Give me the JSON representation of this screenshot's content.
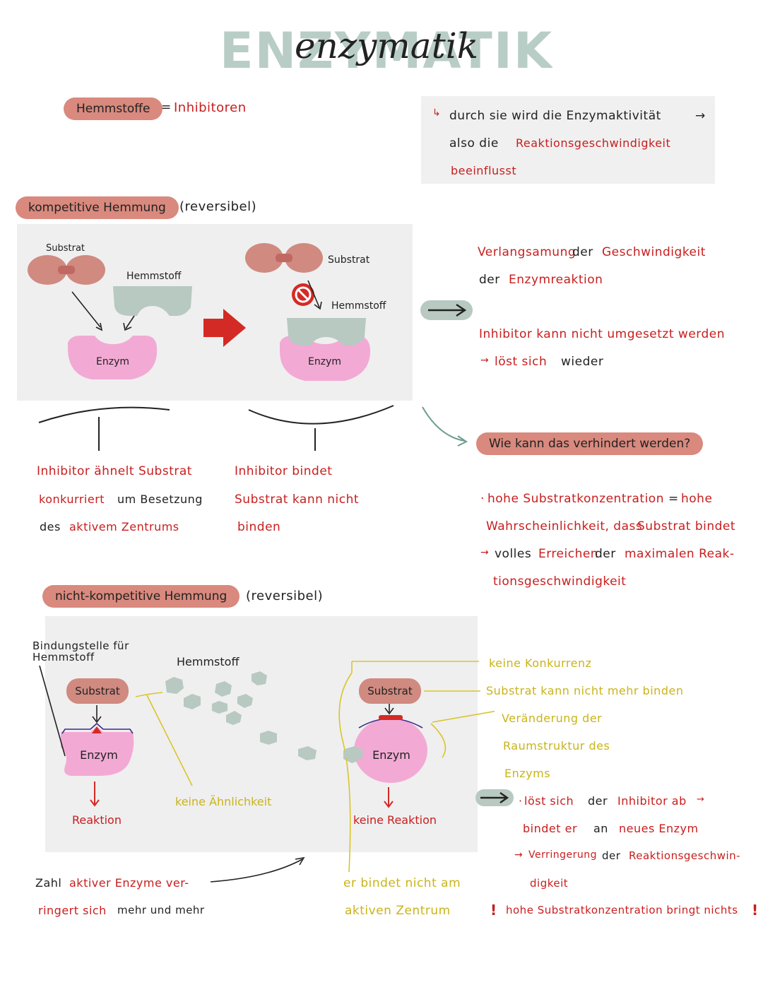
{
  "title": "ENZYMATIK",
  "title_script": "enzymatik",
  "header": {
    "hemmstoffe": "Hemmstoffe",
    "equals": "=",
    "inhibitoren": "Inhibitoren"
  },
  "note": {
    "line1": "durch sie wird die Enzymaktivität",
    "line2a": "also die",
    "line2b": "Reaktionsgeschwindigkeit",
    "line3": "beeinflusst"
  },
  "kompetitiv": {
    "pill": "kompetitive Hemmung",
    "reversibel": "(reversibel)",
    "substrat": "Substrat",
    "hemmstoff": "Hemmstoff",
    "enzym": "Enzym",
    "left_notes": {
      "l1": "Inhibitor ähnelt Substrat",
      "l2a": "konkurriert",
      "l2b": "um Besetzung",
      "l3a": "des",
      "l3b": "aktivem Zentrums"
    },
    "mid_notes": {
      "l1": "Inhibitor bindet",
      "l2": "Substrat kann nicht",
      "l3": "binden"
    },
    "right_notes": {
      "l1a": "Verlangsamung",
      "l1b": "der",
      "l1c": "Geschwindigkeit",
      "l2a": "der",
      "l2b": "Enzymreaktion",
      "l3": "Inhibitor kann nicht umgesetzt werden",
      "l4a": "löst sich",
      "l4b": "wieder"
    },
    "question": "Wie kann das verhindert werden?",
    "answer": {
      "l1a": "hohe Substratkonzentration",
      "l1b": "=",
      "l1c": "hohe",
      "l2a": "Wahrscheinlichkeit, dass",
      "l2b": "Substrat bindet",
      "l3a": "volles",
      "l3b": "Erreichen",
      "l3c": "der",
      "l3d": "maximalen Reak-",
      "l4": "tionsgeschwindigkeit"
    }
  },
  "nichtkompetitiv": {
    "pill": "nicht-kompetitive Hemmung",
    "reversibel": "(reversibel)",
    "bindungsstelle": "Bindungstelle für Hemmstoff",
    "substrat": "Substrat",
    "enzym": "Enzym",
    "hemmstoff": "Hemmstoff",
    "reaktion": "Reaktion",
    "keine_reaktion": "keine Reaktion",
    "keine_aehnlichkeit": "keine Ähnlichkeit",
    "bottom_left": {
      "l1a": "Zahl",
      "l1b": "aktiver Enzyme ver-",
      "l2a": "ringert sich",
      "l2b": "mehr und mehr"
    },
    "bottom_mid": {
      "l1": "er bindet nicht am",
      "l2": "aktiven Zentrum"
    },
    "right": {
      "l1": "keine Konkurrenz",
      "l2": "Substrat kann nicht mehr binden",
      "l3": "Veränderung der",
      "l4": "Raumstruktur des",
      "l5": "Enzyms",
      "l6a": "löst sich",
      "l6b": "der",
      "l6c": "Inhibitor ab",
      "l7a": "bindet er",
      "l7b": "an",
      "l7c": "neues Enzym",
      "l8a": "Verringerung",
      "l8b": "der",
      "l8c": "Reaktionsgeschwin-",
      "l9": "digkeit",
      "l10": "hohe Substratkonzentration bringt nichts",
      "excl": "!"
    }
  },
  "colors": {
    "pill": "#d9897d",
    "enzyme": "#f2aad4",
    "substrate": "#d08a80",
    "inhibitor": "#b7c9c1",
    "red": "#c81e1e",
    "yellow": "#d9c52a",
    "arrow": "#d42a25"
  }
}
